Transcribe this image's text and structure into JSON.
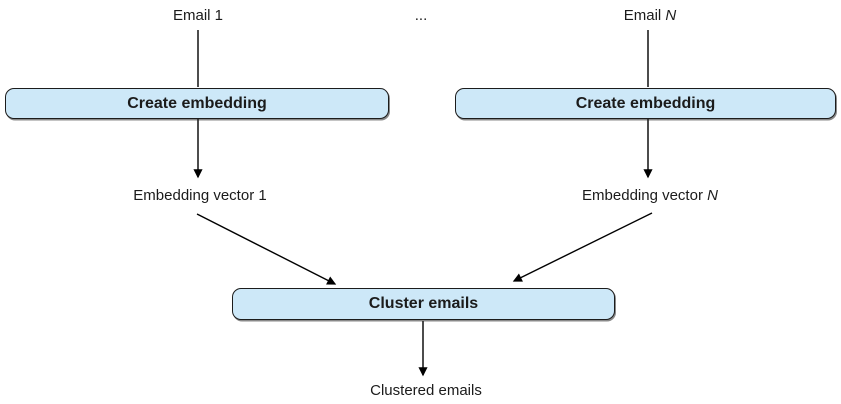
{
  "diagram": {
    "top_labels": {
      "email_1": "Email 1",
      "ellipsis": "...",
      "email_n_prefix": "Email ",
      "email_n_var": "N"
    },
    "nodes": {
      "create_embedding_1": "Create embedding",
      "create_embedding_2": "Create embedding",
      "cluster_emails": "Cluster emails"
    },
    "mid_labels": {
      "embedding_vector_1": "Embedding vector 1",
      "embedding_vector_n_prefix": "Embedding vector ",
      "embedding_vector_n_var": "N"
    },
    "bottom_labels": {
      "clustered_emails": "Clustered emails"
    },
    "colors": {
      "background": "#ffffff",
      "node_fill": "#cde8f8",
      "node_border": "#1c1c1c",
      "arrow": "#000000",
      "text": "#1b1b1b"
    }
  }
}
